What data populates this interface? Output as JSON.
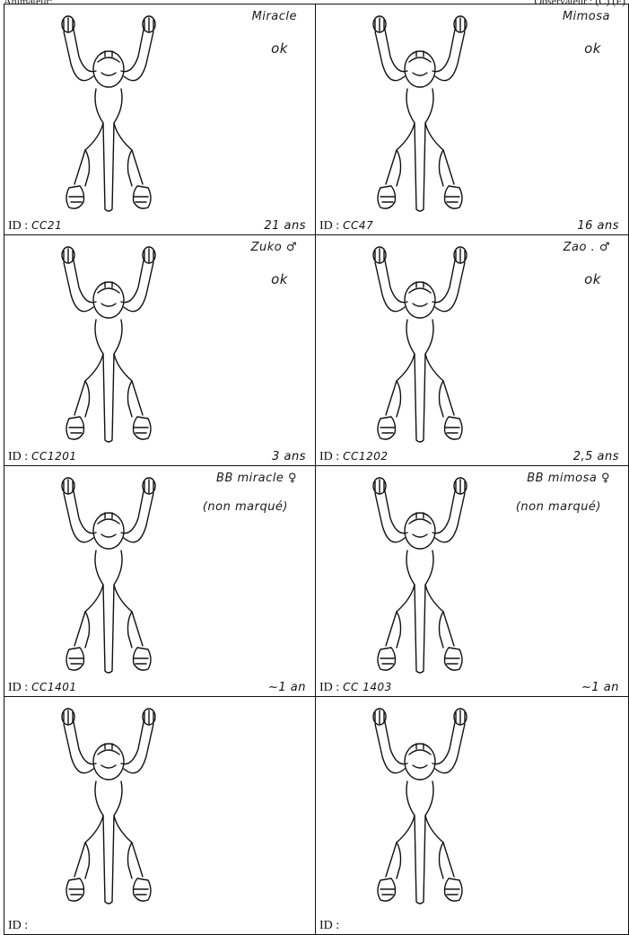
{
  "header": {
    "left": "Animateur:",
    "right": "Observateur : (C) (F)"
  },
  "id_label": "ID :",
  "cells": [
    {
      "name": "Miracle",
      "status": "ok",
      "sub": "",
      "id": "CC21",
      "age": "21 ans"
    },
    {
      "name": "Mimosa",
      "status": "ok",
      "sub": "",
      "id": "CC47",
      "age": "16 ans"
    },
    {
      "name": "Zuko ♂",
      "status": "ok",
      "sub": "",
      "id": "CC1201",
      "age": "3 ans"
    },
    {
      "name": "Zao . ♂",
      "status": "ok",
      "sub": "",
      "id": "CC1202",
      "age": "2,5 ans"
    },
    {
      "name": "BB miracle ♀",
      "status": "",
      "sub": "(non marqué)",
      "id": "CC1401",
      "age": "~1 an"
    },
    {
      "name": "BB mimosa ♀",
      "status": "",
      "sub": "(non marqué)",
      "id": "CC 1403",
      "age": "~1 an"
    },
    {
      "name": "",
      "status": "",
      "sub": "",
      "id": "",
      "age": ""
    },
    {
      "name": "",
      "status": "",
      "sub": "",
      "id": "",
      "age": ""
    }
  ]
}
